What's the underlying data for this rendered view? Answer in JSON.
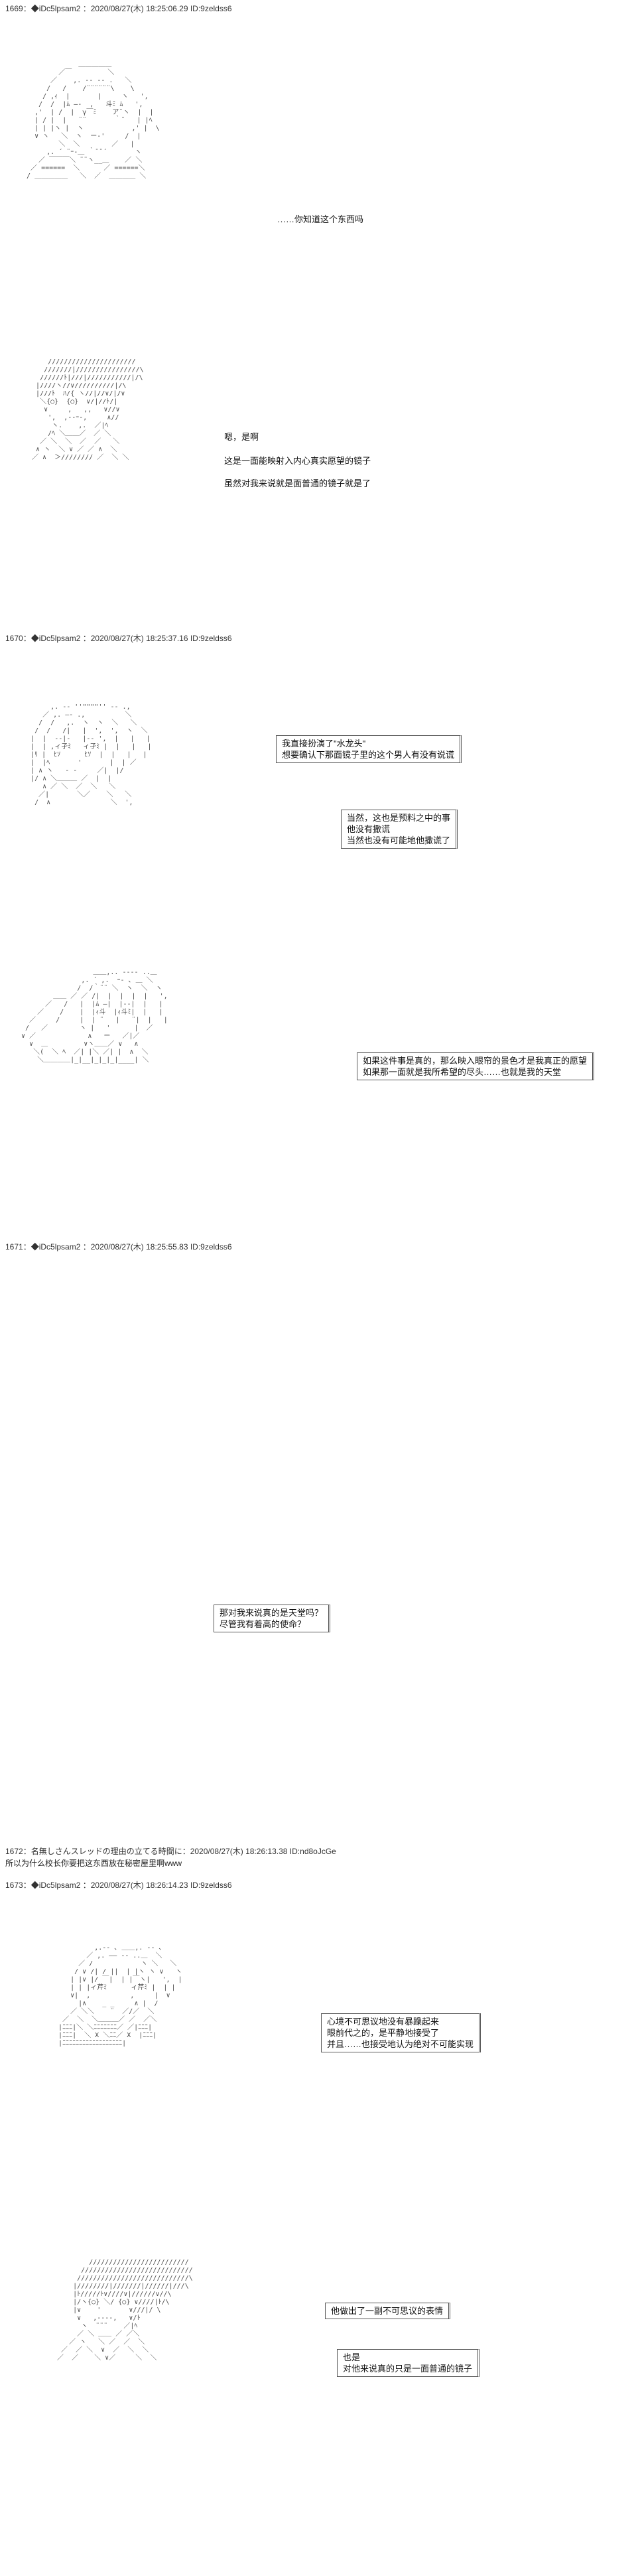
{
  "posts": [
    {
      "header": "1669：◆iDc5lpsam2 ：2020/08/27(木) 18:25:06.29 ID:9zeldss6",
      "panels": [
        {
          "art": "               ＿＿＿＿＿\n          ／￣         ＼\n        ／    ,. -‐ ‐- .   ＼\n       /   /    /¨¨¨¨¨¨\\    \\\n      / ,ｨ  |       |     ヽ   ',\n     /  /  |ﾑ ―-  ,   斗ﾐ ﾑ   ',\n    ,'  | /  |  γ￣ﾐ    ア¨ヽ  |  |\n    | / |  |   ¨¨       ｀¨   | |ﾍ\n    | | |ヽ |  ヽ            ,' |  \\\n    ∨ ヽ   ＼  ヽ  ー‐'     /  |\n          ＼  ＼        ／   |\n       ,. ´ ¨ｰ-＿ ｀¨¨´       ヽ\n     ／ ￣￣￣＼ ¨¨ヽ__＿    ／ ＼\n   ／ ======  ＼      ／ ======＼\n  / ＿＿＿＿＿   ＼  ／  ＿＿＿＿ ＼",
          "bubbles": [
            {
              "text": "……你知道这个东西吗",
              "style": "plain"
            }
          ]
        },
        {
          "art": "      //////////////////////\n     ///////|////////////////\\\n    //////ﾄ|///|///////////|/\\\n   |////ヽ//∨//////////|/\\\n   |///ﾄ  ﾊ/{ ヽ//|//∨/|/∨\n    ＼{○}  {○}  ∨/|//ﾄ/|\n     ∨     ,   ,,   ∨//∨\n      ',  ,-‐ｰ-,     ∧//\n       ヽ.    ,.  ／|ﾍ\n      /ﾍ ＼＿＿／  ／ ＼\n    ／ ＼  ＼  ／  ／   ＼\n   ∧ ヽ  ＼ ∨ ／ ／ ∧  ＼\n  ／ ∧  ＞//////// ／  ＼ ＼",
          "bubbles": [
            {
              "text": "嗯，是啊",
              "style": "plain"
            },
            {
              "text": "这是一面能映射入内心真实愿望的镜子",
              "style": "plain"
            },
            {
              "text": "虽然对我来说就是面普通的镜子就是了",
              "style": "plain"
            }
          ]
        }
      ]
    },
    {
      "header": "1670：◆iDc5lpsam2 ：2020/08/27(木) 18:25:37.16 ID:9zeldss6",
      "panels": [
        {
          "art": "         ,. -‐ ''\"\"\"\"'' ‐- .,\n       ／ ,. ―- .,          ＼\n      /  /   ,.  ヽ  ヽ  ＼   ＼\n     /  /   /|   |  ',  ',  ヽ  ＼\n    |  |  -‐|‐   |‐- ',  |   |   |\n    |  | ,ィ孑ﾐ   ィ孑ﾐ |  |   |   |\n    |ﾘ |  ﾋｿ      ﾋｿ  |  |   |   |\n    |  |ﾍ       '       |  | ／\n    | ∧ ヽ   ‐ -     ／|  |/\n    |/ ∧ ＼＿＿＿ ／  |  |\n       ∧ ／ ＼  ／  ＼   ＼\n      ／|       ＼／    ＼   ＼\n     /  ∧               ＼  ',",
          "bubbles": [
            {
              "text": "我直接扮演了\"水龙头\"\n想要确认下那面镜子里的这个男人有没有说谎",
              "style": "box"
            },
            {
              "text": "当然，这也是预料之中的事\n他没有撒谎\n当然也没有可能地他撒谎了",
              "style": "box"
            }
          ]
        },
        {
          "art": "                   ＿＿,.. -‐‐- ..＿\n                ,. ´ ,.  ｰ- ､ ＿ ＼\n               /  /｀¨¨ ＼  ヽ  ＼  ヽ\n         ＿＿ ／ ／ /|  |  |  |  |   ',\n       ／   /   |  |ﾑ ―|  |‐-|  |   |\n     ／    /    |  |ｨ斗  |ｨ斗ﾐ|  |   |\n   ／     /     |  | ¨   |   ¨|  |   |\n  /   ／        ヽ |   '      |  ／\n ∨ ／             ∧   ー   ／|／\n   ∨  ＿         ∨ヽ＿＿／ ∨   ∧\n    ＼(  ＼ ﾍ  ／| |＼ ／| |  ∧  ＼\n     ＼＿＿＿＿|_|__|_|_|_|____| ＼",
          "bubbles": [
            {
              "text": "如果这件事是真的，那么映入眼帘的景色才是我真正的愿望\n如果那一面就是我所希望的尽头……也就是我的天堂",
              "style": "box"
            }
          ]
        }
      ]
    },
    {
      "header": "1671：◆iDc5lpsam2 ：2020/08/27(木) 18:25:55.83 ID:9zeldss6",
      "panels": [
        {
          "art": "",
          "bubbles": [
            {
              "text": "那对我来说真的是天堂吗？\n尽管我有着高的使命？",
              "style": "box"
            }
          ]
        }
      ]
    },
    {
      "header": "1672：名無しさんスレッドの理由の立てる時間に：2020/08/27(木) 18:26:13.38 ID:nd8oJcGe",
      "reply": "所以为什么校长你要把这东西放在秘密屋里啊www",
      "panels": []
    },
    {
      "header": "1673：◆iDc5lpsam2 ：2020/08/27(木) 18:26:14.23 ID:9zeldss6",
      "panels": [
        {
          "art": "            ,.-‐ ､ ＿＿,. -‐ ､\n          ／ ,. ―― ‐- ..＿  ＼\n        ／ /            ヽ ＼   ＼\n       / ∨ /| / ||  | |ヽ ヽ ∨   ヽ\n      | |∨ |/ ￣|  | |￣ヽ|   ',  |\n      | | |ィ芹ﾐ      ィ芹ﾐ |  | |\n      ∨|  ,          ,     |  ∨\n        |∧    _ _     ∧ |  /\n      ／ ＼＼    ¨  ／/／  ＼\n    ／  ＼  ＼＿＿＿／ ／  ／＼\n   |ﾆﾆﾆ|＼ ＼ﾆﾆﾆﾆﾆﾆﾆ／ ／|ﾆﾆﾆ|\n   |ﾆﾆﾆ|  ＼ X ＼ﾆﾆ／ X  |ﾆﾆﾆ|\n   |ﾆﾆﾆﾆﾆﾆﾆﾆﾆﾆﾆﾆﾆﾆﾆﾆﾆﾆ|",
          "bubbles": [
            {
              "text": "心境不可思议地没有暴躁起来\n眼前代之的，是平静地接受了\n并且……也接受地认为绝对不可能实现",
              "style": "box"
            }
          ]
        },
        {
          "art": "          /////////////////////////\n        ////////////////////////////\n       ////////////////////////////\\\n      |////////|///////|//////|///\\\n      |ﾄ/////ﾄ∨////∨|//////∨//\\\n      |/ヽ{○} ＼/ {○} ∨////|ﾄ/\\\n      |∨    '       ∨///|/ \\\n       ∨   ,-‐‐-,   ∨/ﾄ\n        ヽ  ¨¨¨    ／|ﾍ\n       ／ ＼ ＿＿ ／ ／＼\n     ／ ヽ   ＼ ／  ／  ＼\n   ／  ／ ＼  ∨  ／  ＼  ＼\n  ／  ／    ＼ ∨／     ＼  ＼",
          "bubbles": [
            {
              "text": "他做出了一副不可思议的表情",
              "style": "box"
            },
            {
              "text": "也是\n对他来说真的只是一面普通的镜子",
              "style": "box"
            }
          ]
        }
      ]
    }
  ]
}
